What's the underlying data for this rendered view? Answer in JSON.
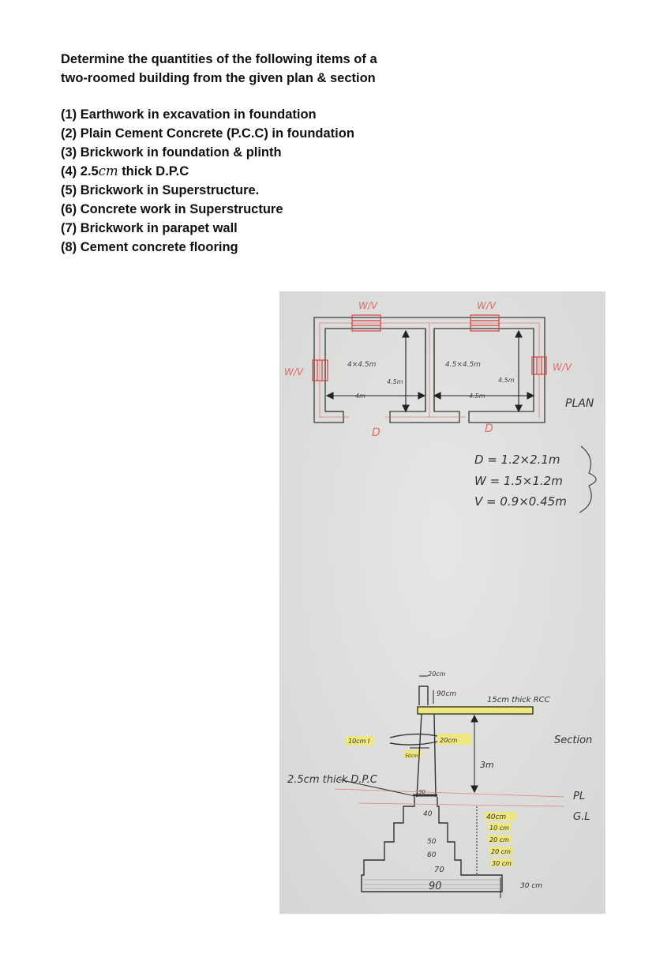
{
  "heading": {
    "line1": "Determine the quantities of the following items of a",
    "line2": "two-roomed building from the given plan & section"
  },
  "items": [
    {
      "num": "(1)",
      "text": "Earthwork in excavation in foundation"
    },
    {
      "num": "(2)",
      "text": "Plain Cement Concrete (P.C.C) in foundation"
    },
    {
      "num": "(3)",
      "text": "Brickwork in foundation & plinth"
    },
    {
      "num": "(4)",
      "pre": "2.5",
      "unit": "cm",
      "text": "thick D.P.C"
    },
    {
      "num": "(5)",
      "text": "Brickwork in Superstructure."
    },
    {
      "num": "(6)",
      "text": "Concrete work in Superstructure"
    },
    {
      "num": "(7)",
      "text": "Brickwork in parapet wall"
    },
    {
      "num": "(8)",
      "text": "Cement concrete flooring"
    }
  ],
  "plan": {
    "wv_top_left": "W/V",
    "wv_top_right": "W/V",
    "wv_left": "W/V",
    "wv_right": "W/V",
    "room1_size": "4×4.5m",
    "room1_depth": "4.5m",
    "room1_width": "4m",
    "room2_size": "4.5×4.5m",
    "room2_depth": "4.5m",
    "room2_width": "4.5m",
    "door_left": "D",
    "door_right": "D",
    "plan_label": "PLAN",
    "legend_d": "D = 1.2×2.1m",
    "legend_w": "W = 1.5×1.2m",
    "legend_v": "V = 0.9×0.45m"
  },
  "section": {
    "parapet_width": "20cm",
    "parapet_height": "90cm",
    "rcc_label": "15cm thick RCC",
    "lintel_label": "10cm I",
    "lintel_bearing": "50cm",
    "lintel_depth": "20cm",
    "wall_height": "3m",
    "section_label": "Section",
    "dpc_label": "2.5cm thick D.P.C",
    "wall_30": "30",
    "step_40": "40",
    "step_50": "50",
    "step_60": "60",
    "step_70": "70",
    "pcc_90": "90",
    "pl_label": "PL",
    "gl_label": "G.L",
    "h_40": "40cm",
    "h_10a": "10 cm",
    "h_20a": "20 cm",
    "h_20b": "20 cm",
    "h_30": "30 cm",
    "h_30b": "30 cm"
  }
}
